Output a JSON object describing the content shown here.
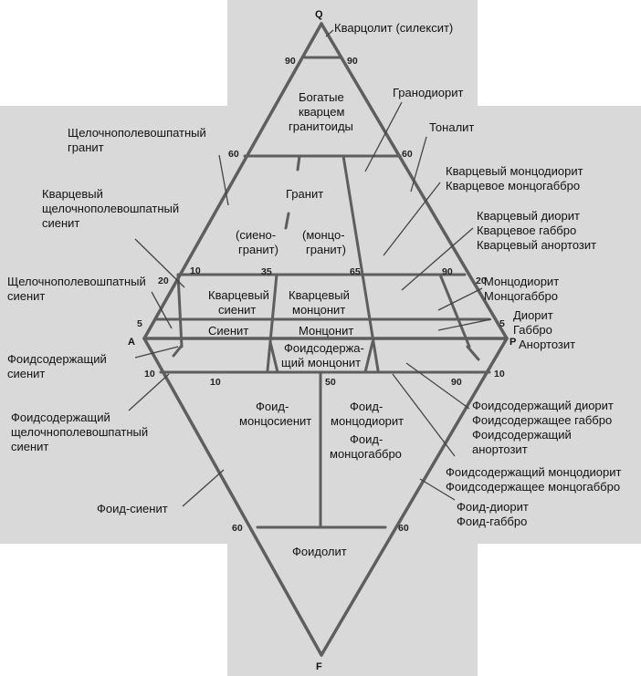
{
  "apices": {
    "q": "Q",
    "a": "A",
    "p": "P",
    "f": "F"
  },
  "ticks": {
    "q90_left": "90",
    "q90_right": "90",
    "q60_left": "60",
    "q60_right": "60",
    "q20_left": "20",
    "q20_right": "20",
    "q5_left": "5",
    "q5_right": "5",
    "f10_left": "10",
    "f10_right": "10",
    "f60_left": "60",
    "f60_right": "60",
    "r10": "10",
    "r35": "35",
    "r65": "65",
    "r90": "90",
    "f_r10": "10",
    "f_r50": "50",
    "f_r90": "90"
  },
  "fields": {
    "rich_quartz_1": "Богатые",
    "rich_quartz_2": "кварцем",
    "rich_quartz_3": "гранитоиды",
    "granite": "Гранит",
    "syenogranite_1": "(сиено-",
    "syenogranite_2": "гранит)",
    "monzogranite_1": "(монцо-",
    "monzogranite_2": "гранит)",
    "q_syenite_1": "Кварцевый",
    "q_syenite_2": "сиенит",
    "q_monzonite_1": "Кварцевый",
    "q_monzonite_2": "монцонит",
    "syenite": "Сиенит",
    "monzonite": "Монцонит",
    "foid_monzonite_1": "Фоидсодержа-",
    "foid_monzonite_2": "щий монцонит",
    "foid_monzosyenite_1": "Фоид-",
    "foid_monzosyenite_2": "монцосиенит",
    "foid_monzodiorite_1": "Фоид-",
    "foid_monzodiorite_2": "монцодиорит",
    "foid_monzodiorite_3": "Фоид-",
    "foid_monzodiorite_4": "монцогаббро",
    "foidolite": "Фоидолит"
  },
  "callouts": {
    "quartzolite": "Кварцолит (силексит)",
    "granodiorite": "Гранодиорит",
    "tonalite": "Тоналит",
    "alk_granite_1": "Щелочнополевошпатный",
    "alk_granite_2": "гранит",
    "q_alk_syenite_1": "Кварцевый",
    "q_alk_syenite_2": "щелочнополевошпатный",
    "q_alk_syenite_3": "сиенит",
    "q_monzodiorite_1": "Кварцевый монцодиорит",
    "q_monzodiorite_2": "Кварцевое монцогаббро",
    "q_diorite_1": "Кварцевый диорит",
    "q_diorite_2": "Кварцевое габбро",
    "q_diorite_3": "Кварцевый анортозит",
    "alk_syenite_1": "Щелочнополевошпатный",
    "alk_syenite_2": "сиенит",
    "monzodiorite_1": "Монцодиорит",
    "monzodiorite_2": "Монцогаббро",
    "diorite_1": "Диорит",
    "diorite_2": "Габбро",
    "diorite_3": "Анортозит",
    "foid_syenite_1": "Фоидсодержащий",
    "foid_syenite_2": "сиенит",
    "foid_alk_syenite_1": "Фоидсодержащий",
    "foid_alk_syenite_2": "щелочнополевошпатный",
    "foid_alk_syenite_3": "сиенит",
    "foid_diorite_1": "Фоидсодержащий диорит",
    "foid_diorite_2": "Фоидсодержащее габбро",
    "foid_diorite_3": "Фоидсодержащий",
    "foid_diorite_4": "анортозит",
    "foid_monzodiorite_1": "Фоидсодержащий монцодиорит",
    "foid_monzodiorite_2": "Фоидсодержащее монцогаббро",
    "foid_syenite_field": "Фоид-сиенит",
    "foid_diorite_field_1": "Фоид-диорит",
    "foid_diorite_field_2": "Фоид-габбро"
  }
}
